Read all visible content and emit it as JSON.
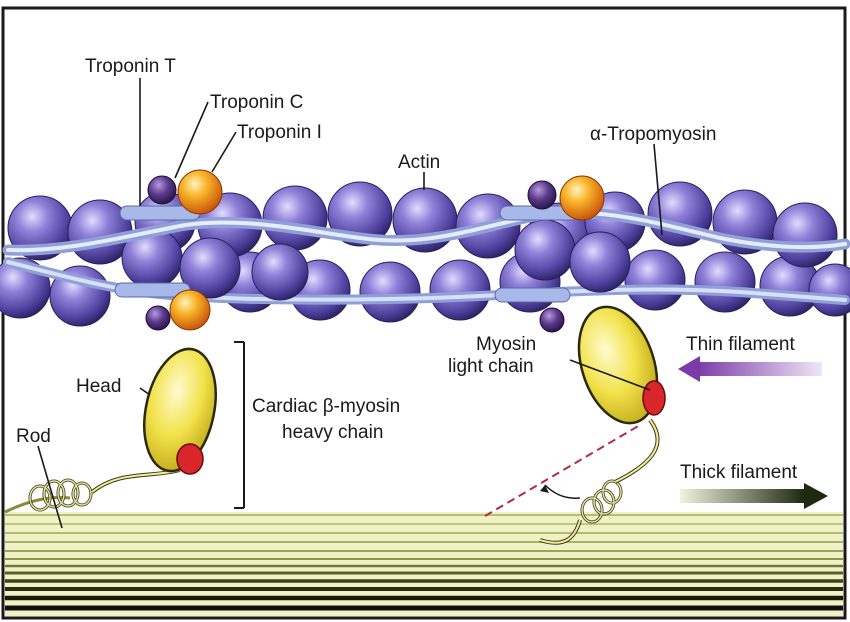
{
  "labels": {
    "troponin_t": "Troponin T",
    "troponin_c": "Troponin C",
    "troponin_i": "Troponin I",
    "actin": "Actin",
    "tropomyosin": "α-Tropomyosin",
    "myosin_light_chain_1": "Myosin",
    "myosin_light_chain_2": "light chain",
    "thin_filament": "Thin filament",
    "thick_filament": "Thick filament",
    "head": "Head",
    "rod": "Rod",
    "heavy_chain_1": "Cardiac β-myosin",
    "heavy_chain_2": "heavy chain"
  },
  "colors": {
    "actin": "#6b5bbd",
    "actin_highlight": "#c8c0f0",
    "tropomyosin": "#b8c8ec",
    "troponin_c": "#4a2a78",
    "troponin_i": "#f39a1a",
    "myosin_head": "#f2e04a",
    "light_chain": "#d8262a",
    "thick_filament": "#e0e6a8",
    "frame": "#1a1a1a"
  }
}
